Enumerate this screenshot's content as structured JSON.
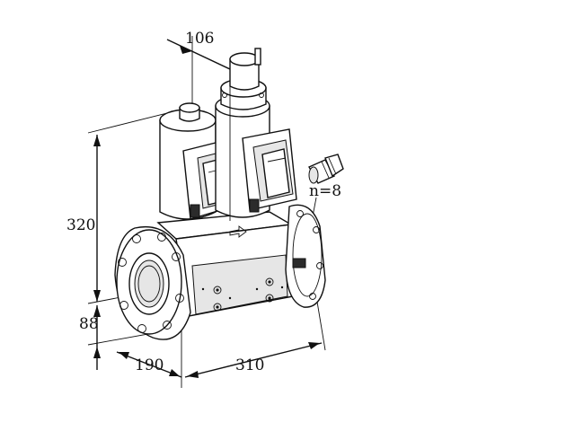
{
  "dimensions": {
    "top_width": "106",
    "height": "320",
    "base_height": "88",
    "depth": "190",
    "length": "310",
    "bolt_count": "n=8"
  }
}
